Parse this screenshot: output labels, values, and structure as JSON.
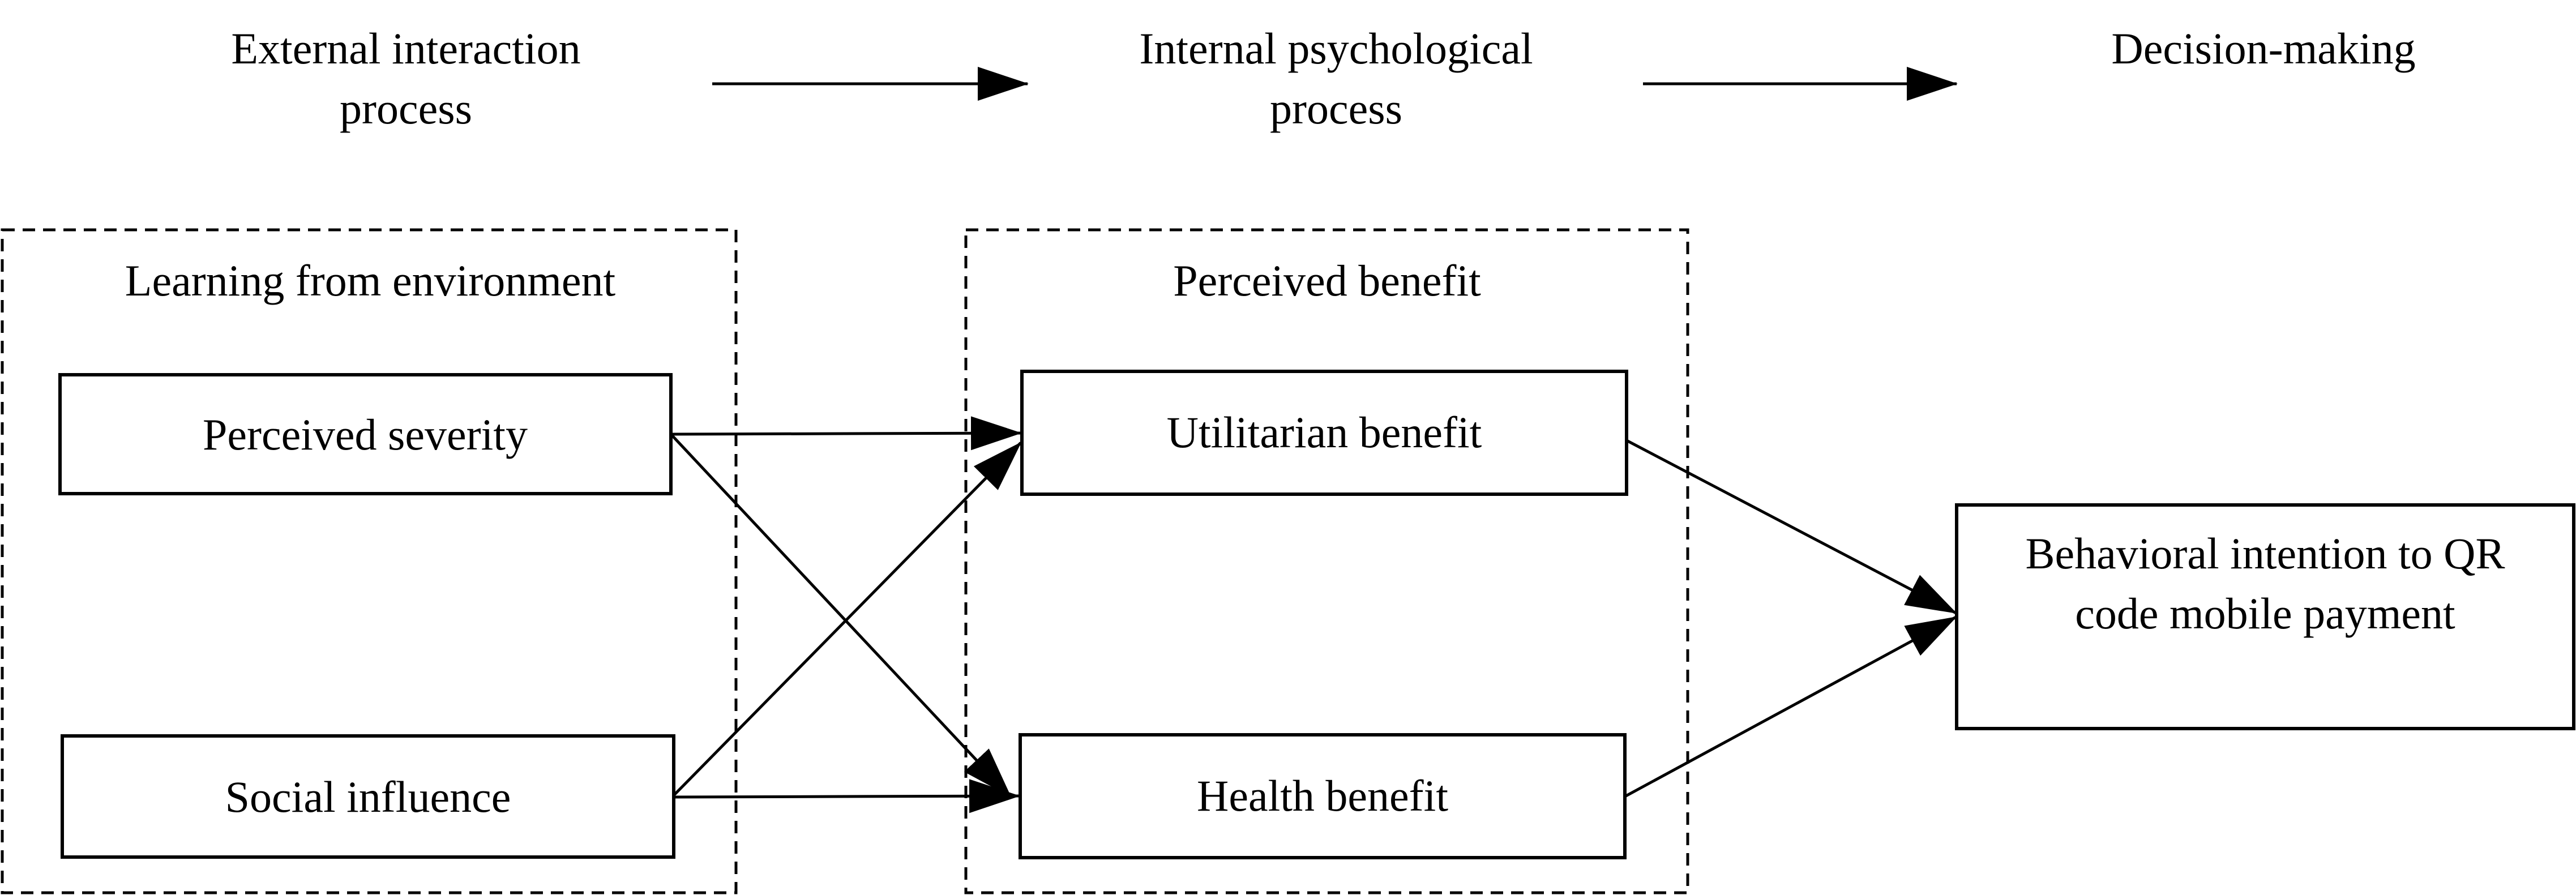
{
  "stages": {
    "external": {
      "line1": "External interaction",
      "line2": "process"
    },
    "internal": {
      "line1": "Internal psychological",
      "line2": "process"
    },
    "decision": {
      "line1": "Decision-making"
    }
  },
  "groups": {
    "environment": {
      "label": "Learning from environment"
    },
    "benefit": {
      "label": "Perceived benefit"
    }
  },
  "nodes": {
    "perceived_severity": {
      "label": "Perceived severity"
    },
    "social_influence": {
      "label": "Social influence"
    },
    "utilitarian_benefit": {
      "label": "Utilitarian benefit"
    },
    "health_benefit": {
      "label": "Health benefit"
    },
    "behavioral_intention": {
      "line1": "Behavioral intention to QR",
      "line2": "code mobile payment"
    }
  },
  "edges": [
    {
      "from": "perceived_severity",
      "to": "utilitarian_benefit"
    },
    {
      "from": "perceived_severity",
      "to": "health_benefit"
    },
    {
      "from": "social_influence",
      "to": "utilitarian_benefit"
    },
    {
      "from": "social_influence",
      "to": "health_benefit"
    },
    {
      "from": "utilitarian_benefit",
      "to": "behavioral_intention"
    },
    {
      "from": "health_benefit",
      "to": "behavioral_intention"
    }
  ],
  "colors": {
    "stroke": "#000000",
    "background": "#ffffff"
  }
}
